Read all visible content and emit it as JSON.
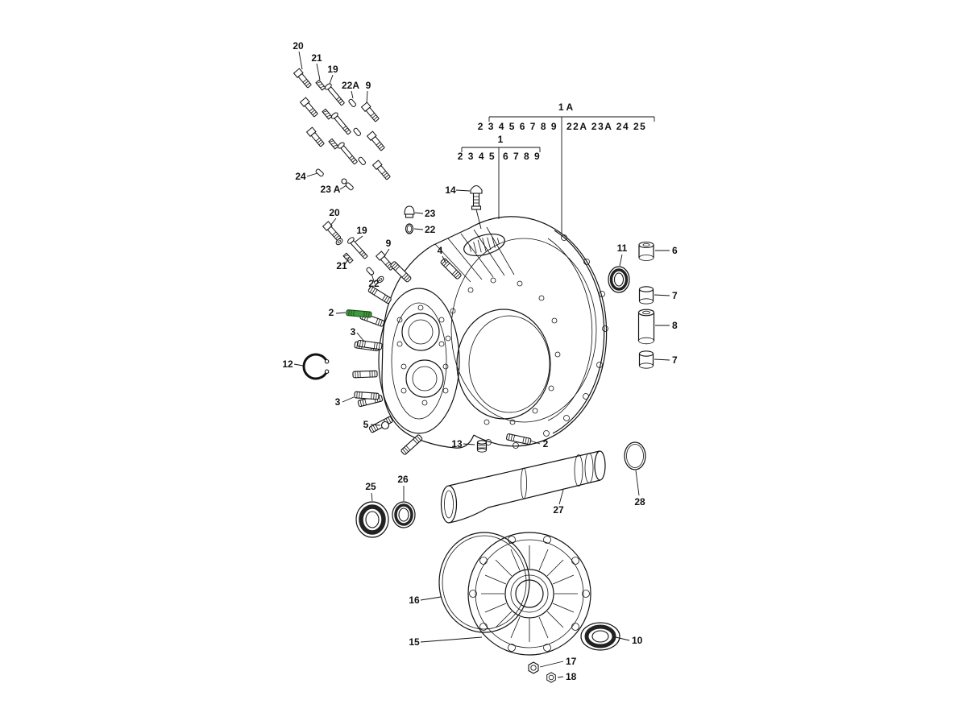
{
  "figure": {
    "background": "#ffffff",
    "line_color": "#111111",
    "highlight_color": "#3f9b3f",
    "description": "Exploded parts diagram of a transaxle transmission case with side cover and axle tube"
  },
  "assembly_headers": {
    "h1a": {
      "label": "1 A",
      "items_left": "2 3 4 5 6 7 8 9",
      "items_right": "22A 23A 24 25"
    },
    "h1": {
      "label": "1",
      "items_left": "2 3 4 5",
      "items_right": "6 7 8 9"
    }
  },
  "callouts": {
    "top_20": "20",
    "top_21": "21",
    "top_19": "19",
    "top_22a": "22A",
    "top_9": "9",
    "top_24": "24",
    "top_23a": "23 A",
    "mid_20": "20",
    "mid_19": "19",
    "mid_21": "21",
    "mid_9": "9",
    "mid_22": "22",
    "plug_23": "23",
    "oring_22": "22",
    "vent_14": "14",
    "stud_4": "4",
    "stud_2_left": "2",
    "stud_3_upper": "3",
    "ring_12": "12",
    "stud_3_lower": "3",
    "ball_5": "5",
    "plug_13": "13",
    "stud_2_lower": "2",
    "seal_11": "11",
    "bush_6": "6",
    "bush_7_upper": "7",
    "sleeve_8": "8",
    "bush_7_lower": "7",
    "seal_25": "25",
    "ring_26": "26",
    "tube_27": "27",
    "oring_28": "28",
    "gasket_16": "16",
    "cover_15": "15",
    "seal_10": "10",
    "nut_17": "17",
    "nut_18": "18"
  }
}
